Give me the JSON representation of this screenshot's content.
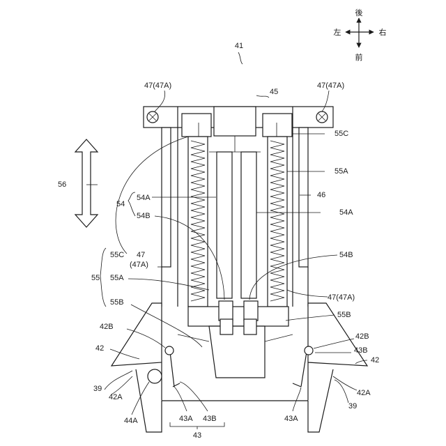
{
  "compass": {
    "back": "後",
    "front": "前",
    "left": "左",
    "right": "右"
  },
  "labels": {
    "fig_num": "41",
    "l45": "45",
    "l47_left_top": "47(47A)",
    "l47_right_top": "47(47A)",
    "l55c_upper": "55C",
    "l55a_right": "55A",
    "l56": "56",
    "l46": "46",
    "l54": "54",
    "l54a_left": "54A",
    "l54b_left": "54B",
    "l54a_right": "54A",
    "l54b_right": "54B",
    "l55": "55",
    "l55c_left": "55C",
    "l47_mid_a": "47",
    "l47_mid_b": "(47A)",
    "l55a_left": "55A",
    "l55b_left": "55B",
    "l47_right_mid": "47(47A)",
    "l55b_right": "55B",
    "l42b_left": "42B",
    "l42b_right": "42B",
    "l42_left": "42",
    "l43b_right": "43B",
    "l42_right": "42",
    "l39_left": "39",
    "l42a_left": "42A",
    "l42a_right": "42A",
    "l39_right": "39",
    "l44a": "44A",
    "l43a_left": "43A",
    "l43b_left": "43B",
    "l43a_right": "43A",
    "l43": "43"
  }
}
